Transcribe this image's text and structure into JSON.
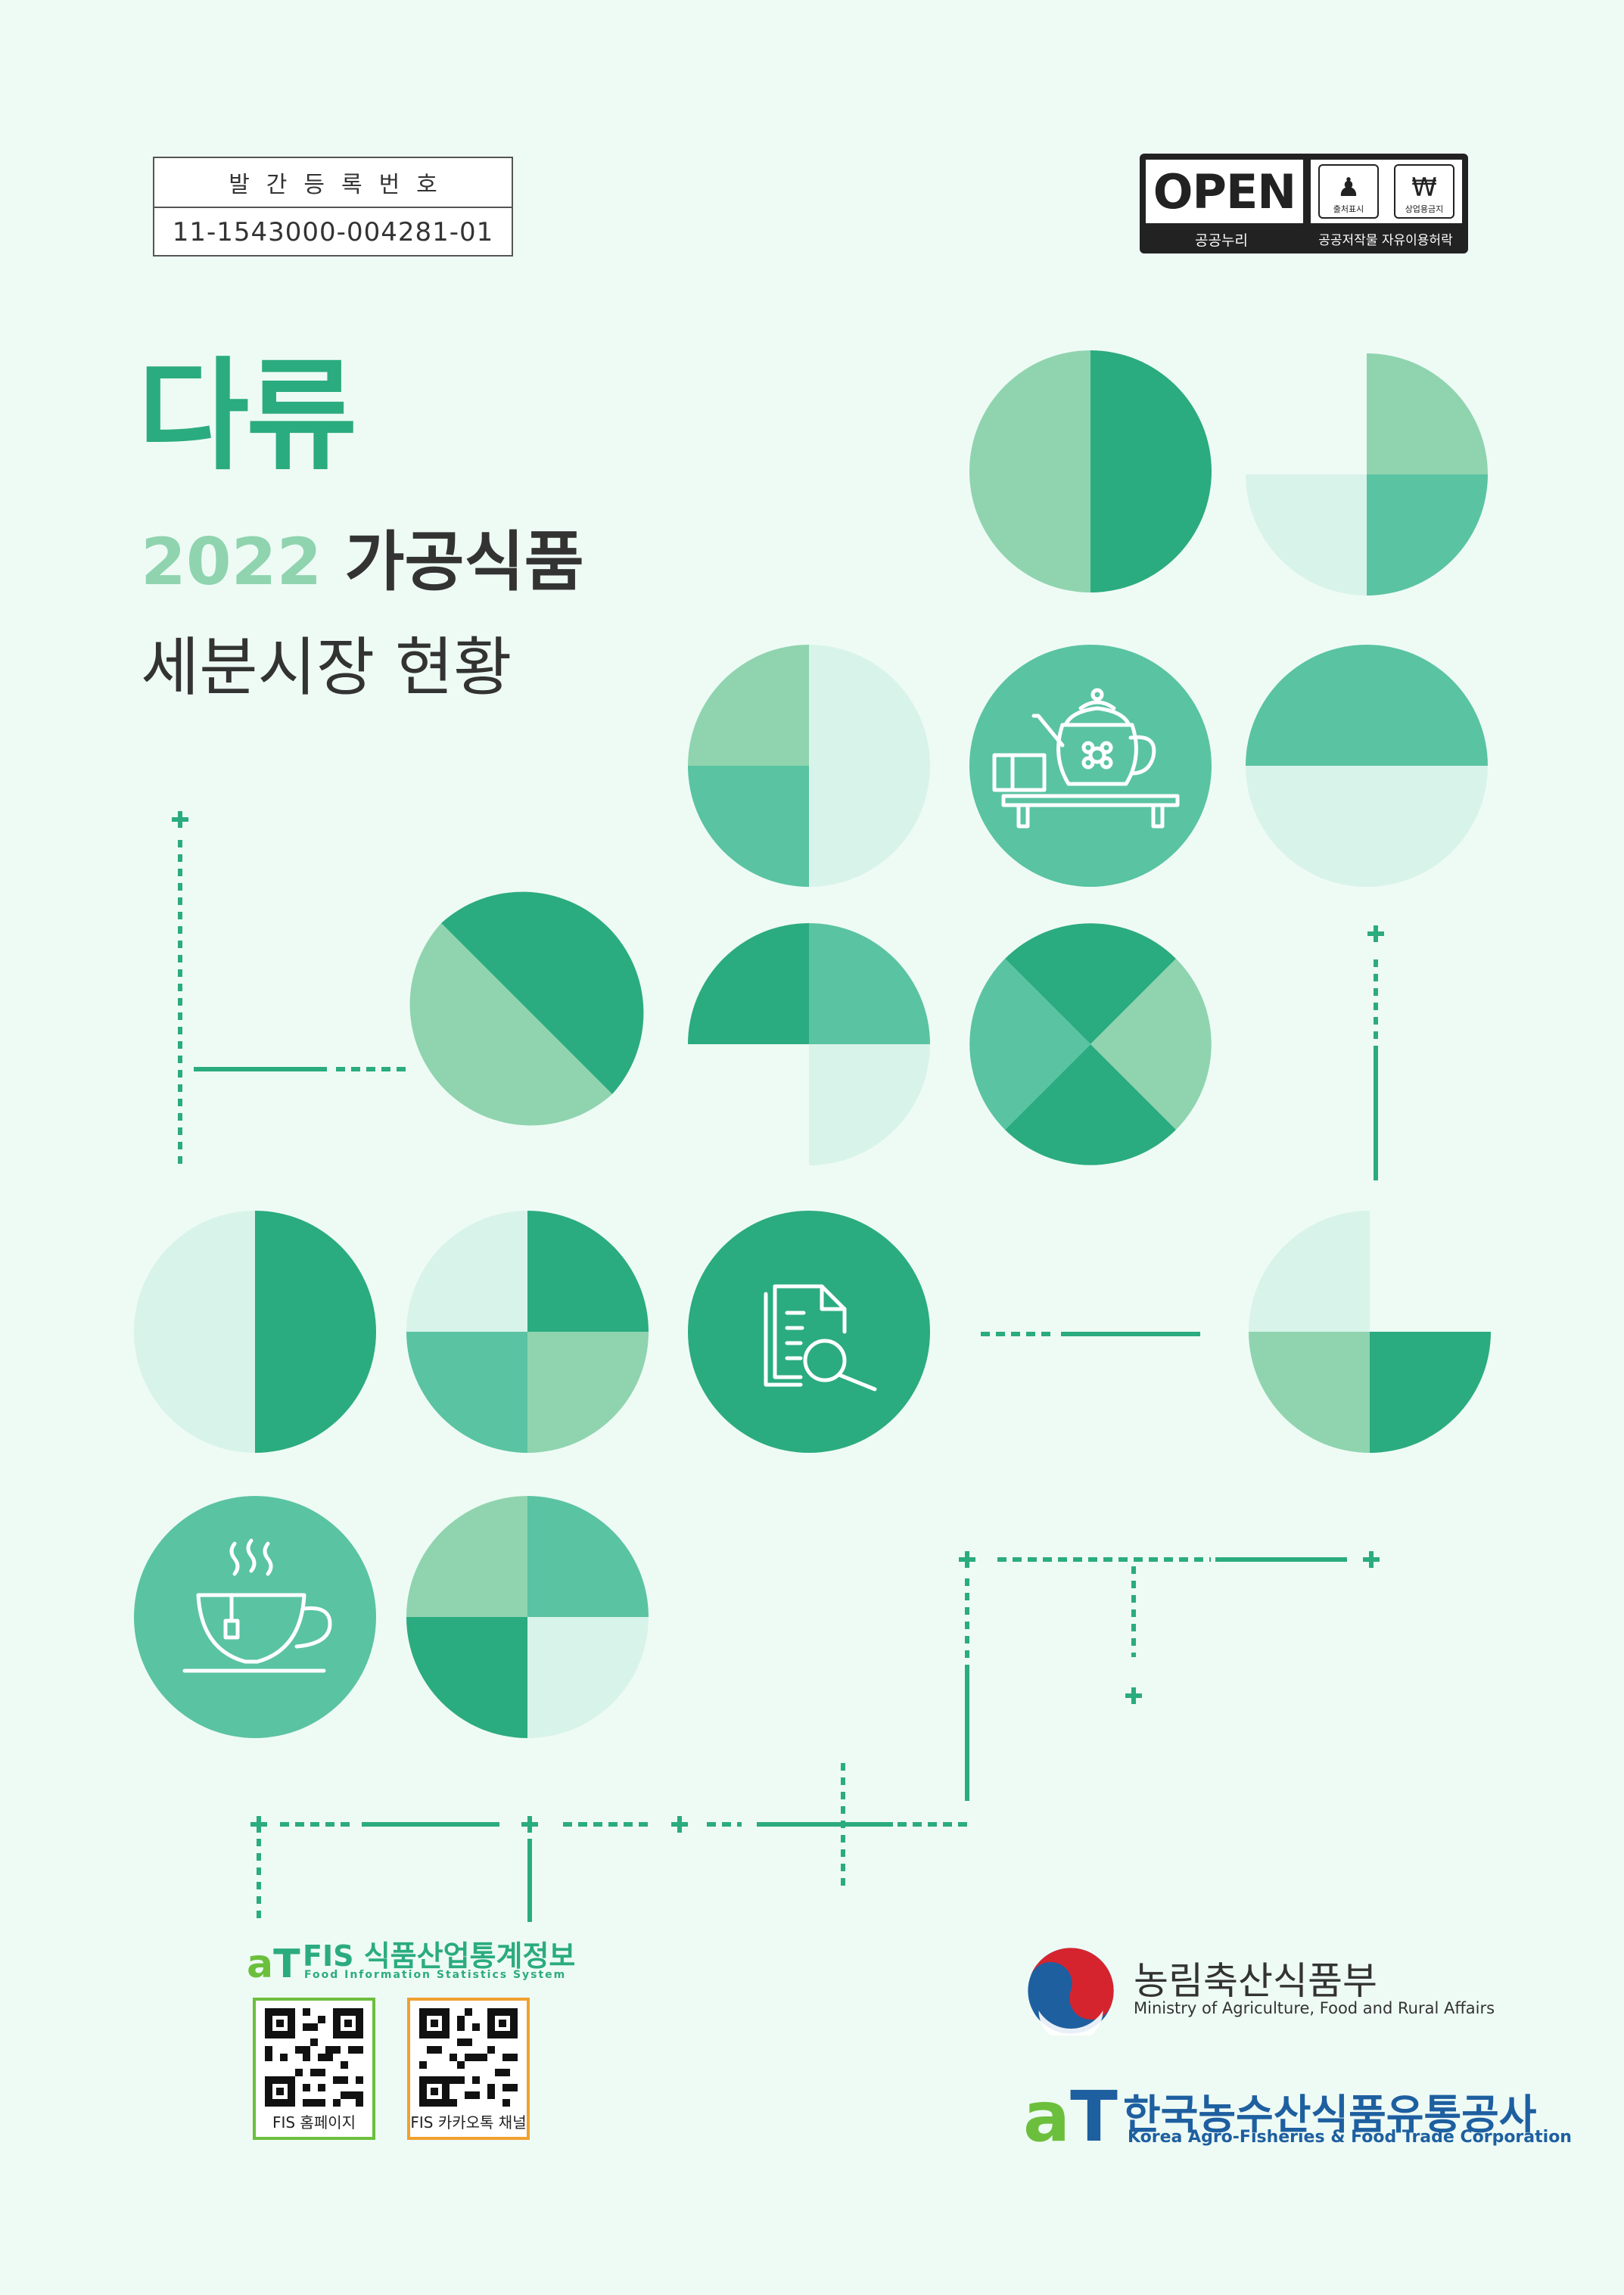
{
  "registration": {
    "label": "발간등록번호",
    "number": "11-1543000-004281-01"
  },
  "open_badge": {
    "logo_text": "OPEN",
    "caption_left": "공공누리",
    "caption_right": "공공저작물 자유이용허락",
    "icon1_label": "출처표시",
    "icon2_label": "상업용금지",
    "icon1_name": "person-icon",
    "icon2_name": "no-commercial-icon"
  },
  "title": {
    "main": "다류",
    "year": "2022",
    "category": "가공식품",
    "subtitle": "세분시장 현황"
  },
  "fis": {
    "logo_mark": "aT",
    "title": "FIS 식품산업통계정보",
    "subtitle": "Food Information Statistics System",
    "qr1_caption": "FIS 홈페이지",
    "qr2_caption": "FIS 카카오톡 채널"
  },
  "ministry": {
    "name": "농림축산식품부",
    "name_en": "Ministry of Agriculture, Food and Rural Affairs"
  },
  "at": {
    "logo_mark": "aT",
    "name": "한국농수산식품유통공사",
    "name_en": "Korea Agro-Fisheries & Food Trade Corporation"
  },
  "colors": {
    "background": "#eefbf5",
    "dark_green": "#2bab80",
    "mid_green": "#5ac3a2",
    "light_green": "#8fd4af",
    "pale_green": "#d8f3ea",
    "qr1_border": "#6cbf3c",
    "qr2_border": "#f0a030"
  }
}
